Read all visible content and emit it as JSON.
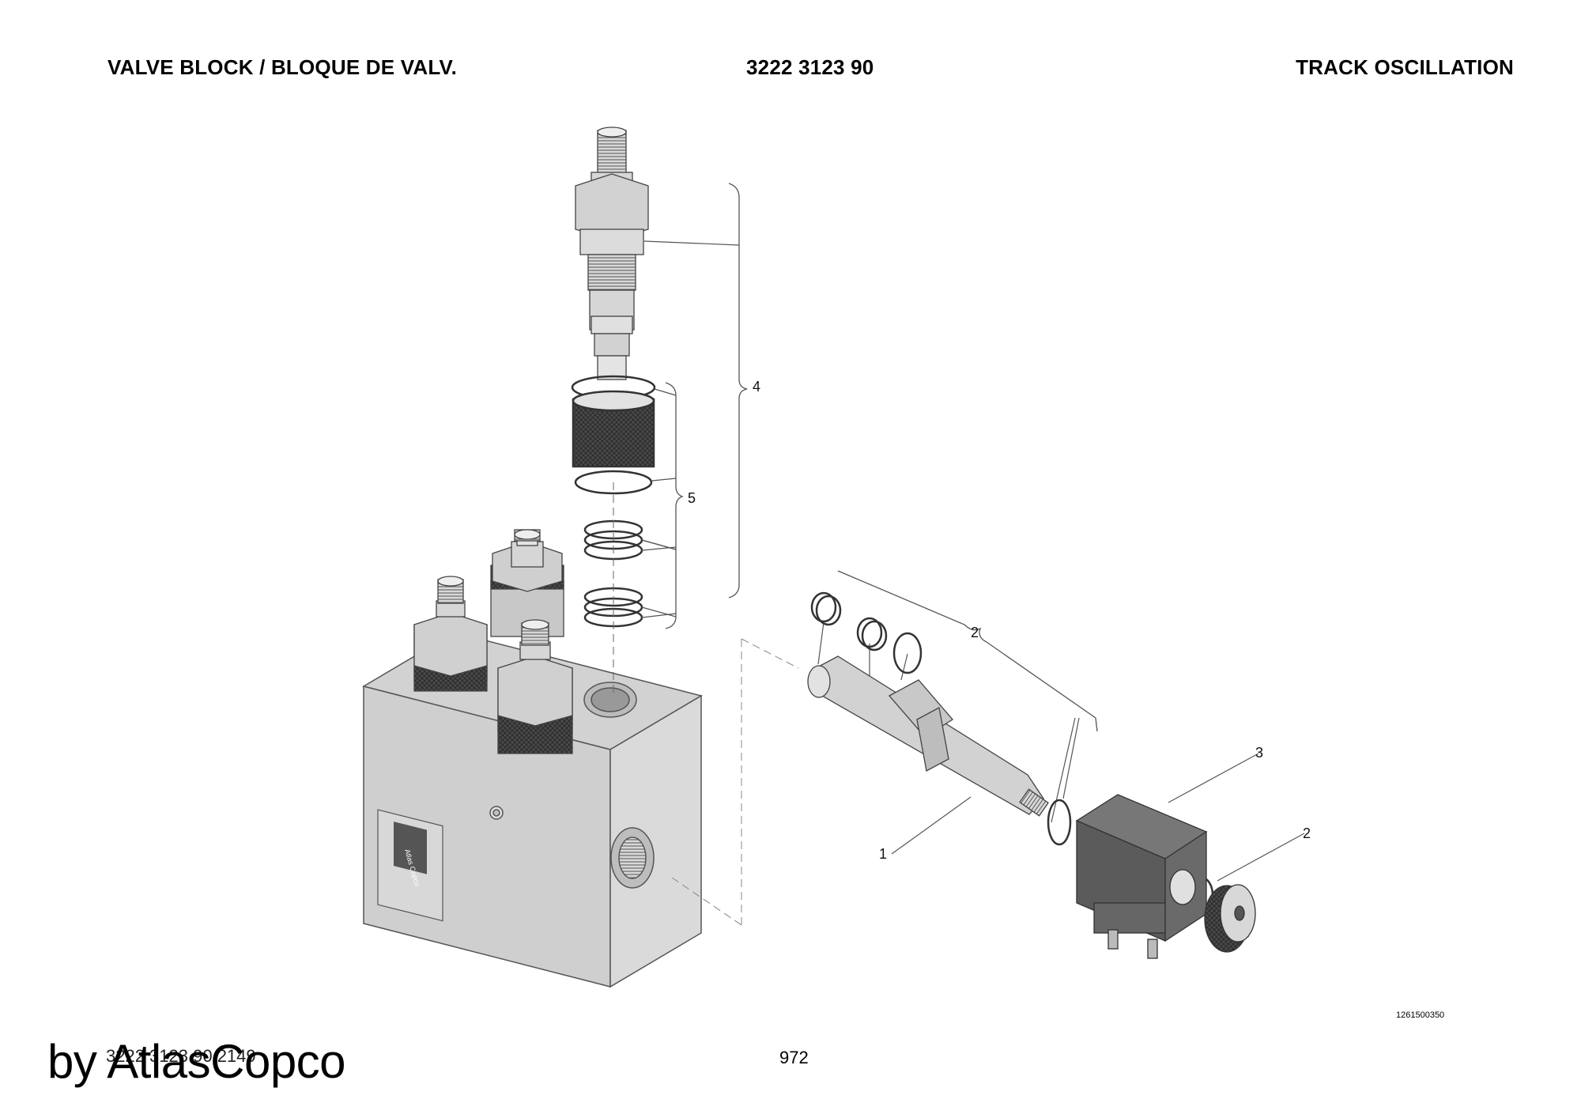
{
  "header": {
    "left_title": "VALVE BLOCK / BLOQUE DE VALV.",
    "part_number": "3222 3123 90",
    "right_title": "TRACK OSCILLATION"
  },
  "callouts": {
    "c1": "1",
    "c2a": "2",
    "c2b": "2",
    "c3": "3",
    "c4": "4",
    "c5": "5"
  },
  "block_logo": "Atlas Copco",
  "footer": {
    "drawing_number": "1261500350",
    "document_ref": "3222 3123 90 2149",
    "page_number": "972",
    "watermark": "by AtlasCopco"
  }
}
